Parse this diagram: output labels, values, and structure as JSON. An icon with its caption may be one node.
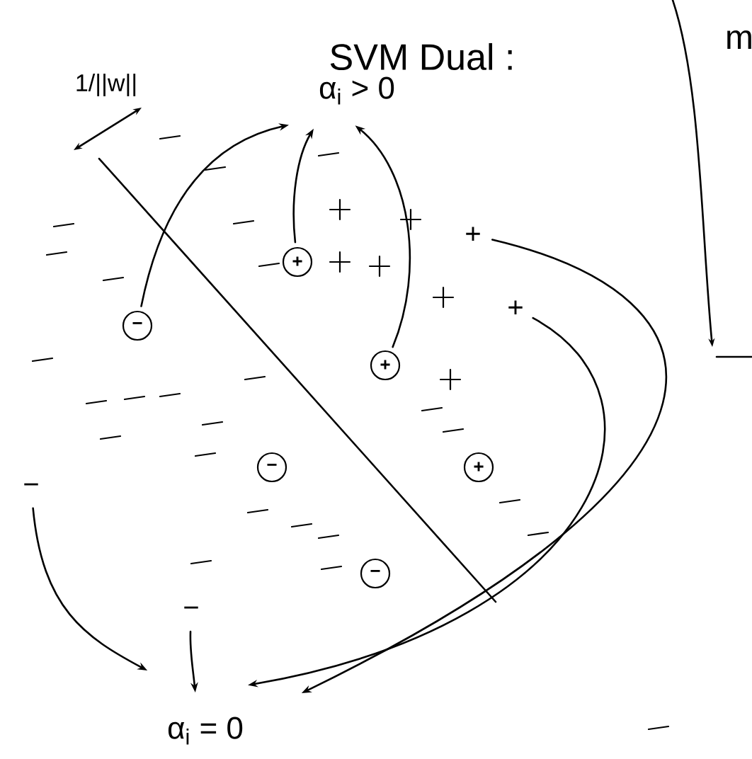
{
  "diagram": {
    "title": "SVM Dual :",
    "nodes": [
      {
        "text": [
          "α$_{i}$ > 0"
        ]
      },
      {
        "text": [
          "α$_{i}$ = 0"
        ]
      },
      {
        "text": [
          "−"
        ]
      },
      {
        "text": [
          "+"
        ]
      },
      {
        "text": [
          "+"
        ]
      },
      {
        "text": [
          "+"
        ]
      },
      {
        "text": [
          "−"
        ]
      },
      {
        "text": [
          "−"
        ]
      },
      {
        "text": [
          "+"
        ]
      },
      {
        "text": [
          "+"
        ]
      },
      {
        "text": [
          "−"
        ]
      },
      {
        "text": [
          "−"
        ]
      }
    ],
    "edges": [
      {
        "from": 2,
        "to": 0,
        "arrow": "to"
      },
      {
        "from": 3,
        "to": 0,
        "arrow": "to"
      },
      {
        "from": 4,
        "to": 0,
        "arrow": "to"
      },
      {
        "from": 8,
        "to": 1,
        "arrow": "to"
      },
      {
        "from": 9,
        "to": 1,
        "arrow": "to"
      },
      {
        "from": 10,
        "to": 1,
        "arrow": "to"
      },
      {
        "from": 11,
        "to": 1,
        "arrow": "to"
      }
    ],
    "labels": [
      "1/||w||",
      "m"
    ]
  }
}
